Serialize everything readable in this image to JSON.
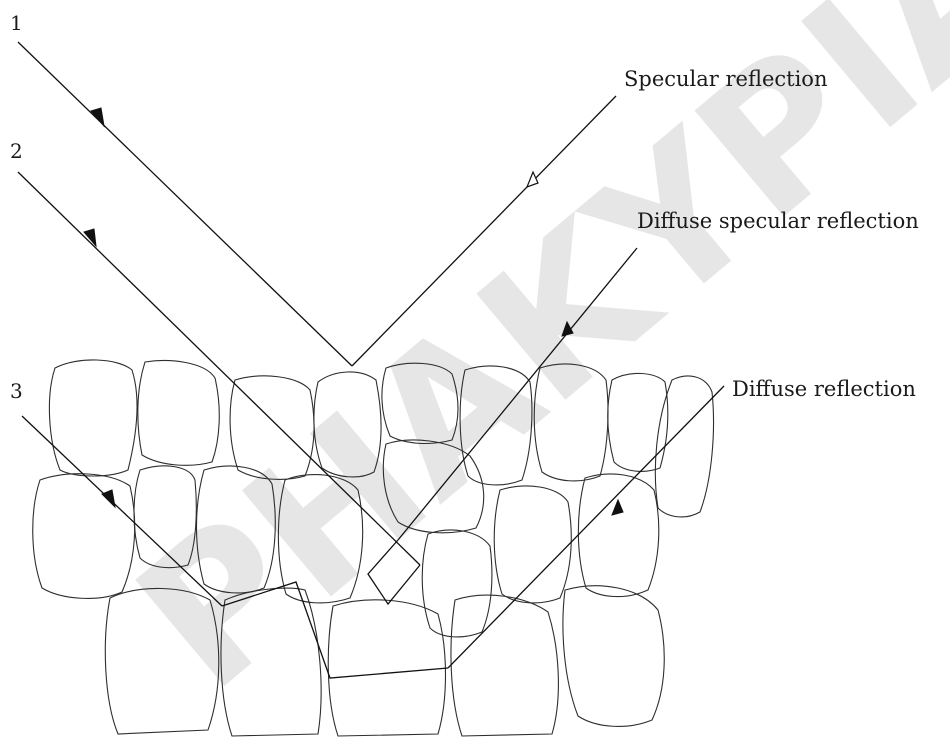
{
  "labels": {
    "ray_1": "1",
    "ray_2": "2",
    "ray_3": "3",
    "specular": "Specular reflection",
    "diffuse_specular": "Diffuse specular reflection",
    "diffuse": "Diffuse reflection"
  },
  "watermark": "PHAKYPIAK"
}
